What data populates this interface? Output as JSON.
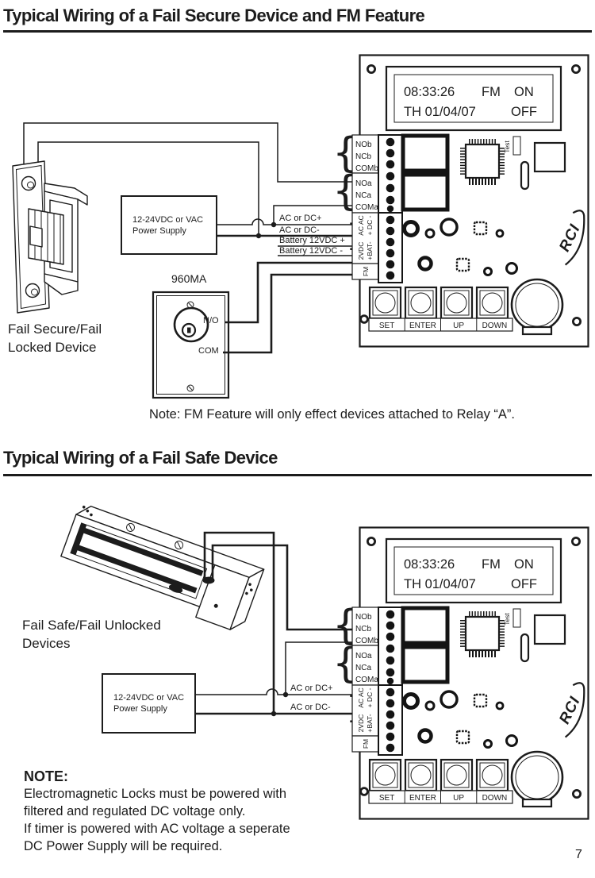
{
  "page": {
    "number": "7"
  },
  "section_fail_secure": {
    "title": "Typical Wiring of a Fail Secure Device and FM Feature",
    "device_label_line1": "Fail Secure/Fail",
    "device_label_line2": "Locked Device",
    "power_supply_line1": "12-24VDC or VAC",
    "power_supply_line2": "Power Supply",
    "key_switch": {
      "rating": "960MA",
      "no_label": "N/O",
      "com_label": "COM"
    },
    "wire_labels": {
      "ac_dc_plus": "AC or DC+",
      "ac_dc_minus": "AC or DC-",
      "battery_plus": "Battery 12VDC +",
      "battery_minus": "Battery 12VDC -"
    },
    "note": "Note: FM Feature will only effect devices attached to Relay “A”."
  },
  "section_fail_safe": {
    "title": "Typical Wiring of a Fail Safe Device",
    "device_label_line1": "Fail Safe/Fail Unlocked",
    "device_label_line2": "Devices",
    "power_supply_line1": "12-24VDC or VAC",
    "power_supply_line2": "Power Supply",
    "wire_labels": {
      "ac_dc_plus": "AC or DC+",
      "ac_dc_minus": "AC or DC-"
    },
    "note_heading": "NOTE:",
    "note_lines": [
      "Electromagnetic Locks must be powered with",
      "filtered and regulated DC voltage only.",
      "If timer is powered with AC voltage a seperate",
      "DC Power Supply will be required."
    ]
  },
  "timer_board": {
    "lcd": {
      "time": "08:33:26",
      "fm": "FM",
      "on": "ON",
      "date": "TH 01/04/07",
      "off": "OFF"
    },
    "relay_terminals": [
      "NOb",
      "NCb",
      "COMb",
      "NOa",
      "NCa",
      "COMa"
    ],
    "power_terminals": {
      "dc_col": "+ DC -",
      "ac_col": "AC AC",
      "bat_col": "+BAT-",
      "vdc_col": "2VDC",
      "fm": "FM"
    },
    "test_label": "Test",
    "buttons": [
      "SET",
      "ENTER",
      "UP",
      "DOWN"
    ],
    "brand": "RCI",
    "brace": "{"
  }
}
